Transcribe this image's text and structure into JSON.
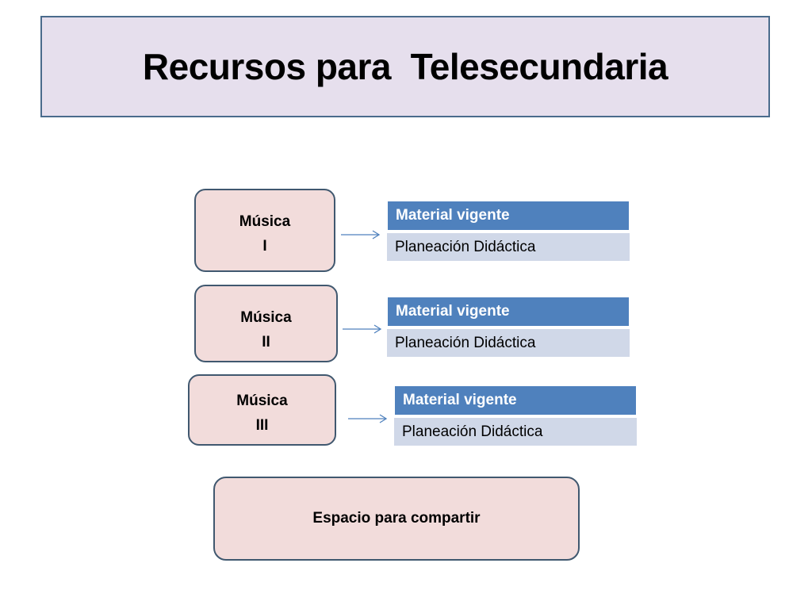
{
  "title": "Recursos para  Telesecundaria",
  "courses": [
    {
      "name": "Música",
      "level": "I",
      "resources": {
        "header": "Material vigente",
        "item": "Planeación Didáctica"
      }
    },
    {
      "name": "Música",
      "level": "II",
      "resources": {
        "header": "Material vigente",
        "item": "Planeación Didáctica"
      }
    },
    {
      "name": "Música",
      "level": "III",
      "resources": {
        "header": "Material vigente",
        "item": "Planeación Didáctica"
      }
    }
  ],
  "share": {
    "label": "Espacio para compartir"
  },
  "colors": {
    "title_bg": "#e6dfed",
    "box_bg": "#f2dcdb",
    "box_border": "#40586f",
    "table_header": "#4f81bd",
    "table_row": "#d0d8e8",
    "arrow": "#4f81bd"
  }
}
